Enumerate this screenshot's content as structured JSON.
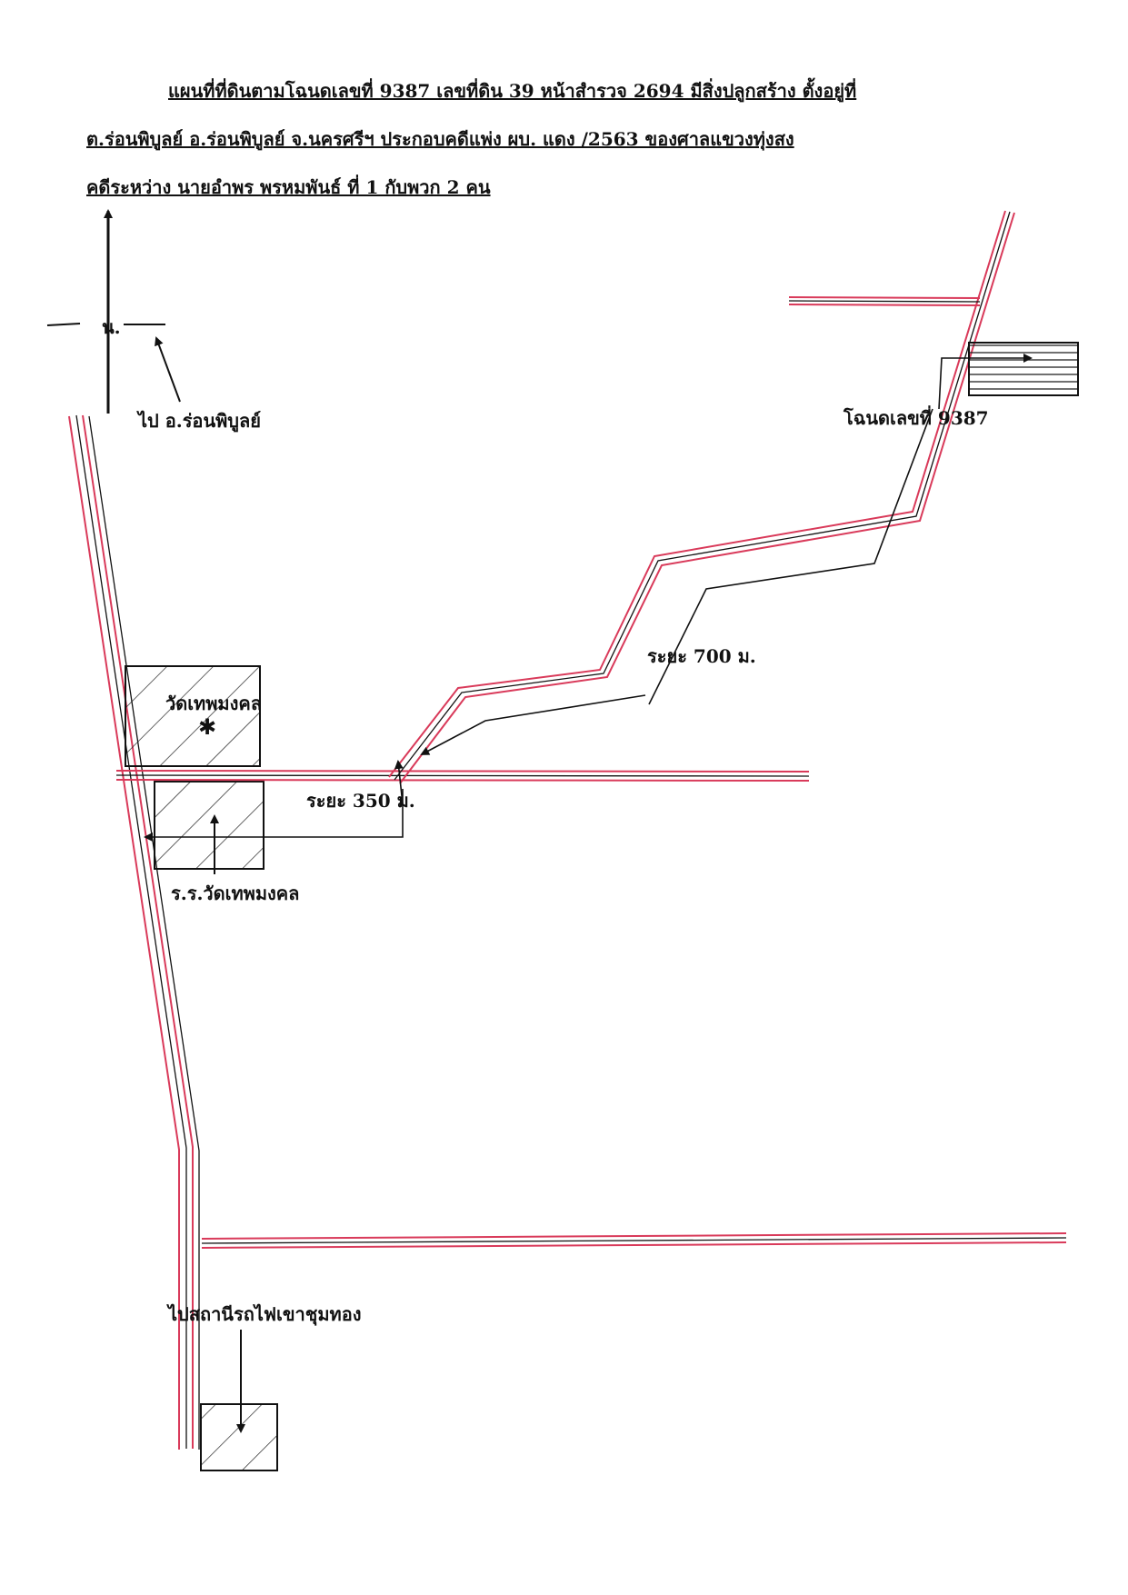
{
  "title": {
    "line1": "แผนที่ที่ดินตามโฉนดเลขที่ 9387 เลขที่ดิน 39 หน้าสำรวจ  2694 มีสิ่งปลูกสร้าง  ตั้งอยู่ที่",
    "line2": "ต.ร่อนพิบูลย์ อ.ร่อนพิบูลย์  จ.นครศรีฯ ประกอบคดีแพ่ง ผบ. แดง        /2563  ของศาลแขวงทุ่งสง",
    "line3": "คดีระหว่าง นายอำพร  พรหมพันธ์ ที่ 1 กับพวก  2  คน"
  },
  "map": {
    "north_label": "น.",
    "to_ron_phibun": "ไป อ.ร่อนพิบูลย์",
    "deed_label": "โฉนดเลขที่ 9387",
    "distance_700": "ระยะ  700  ม.",
    "temple_label": "วัดเทพมงคล",
    "distance_350": "ระยะ 350 ม.",
    "school_label": "ร.ร.วัดเทพมงคล",
    "to_station": "ไปสถานีรถไฟเขาชุมทอง"
  },
  "colors": {
    "road_red": "#d93a5a",
    "ink": "#111111"
  }
}
